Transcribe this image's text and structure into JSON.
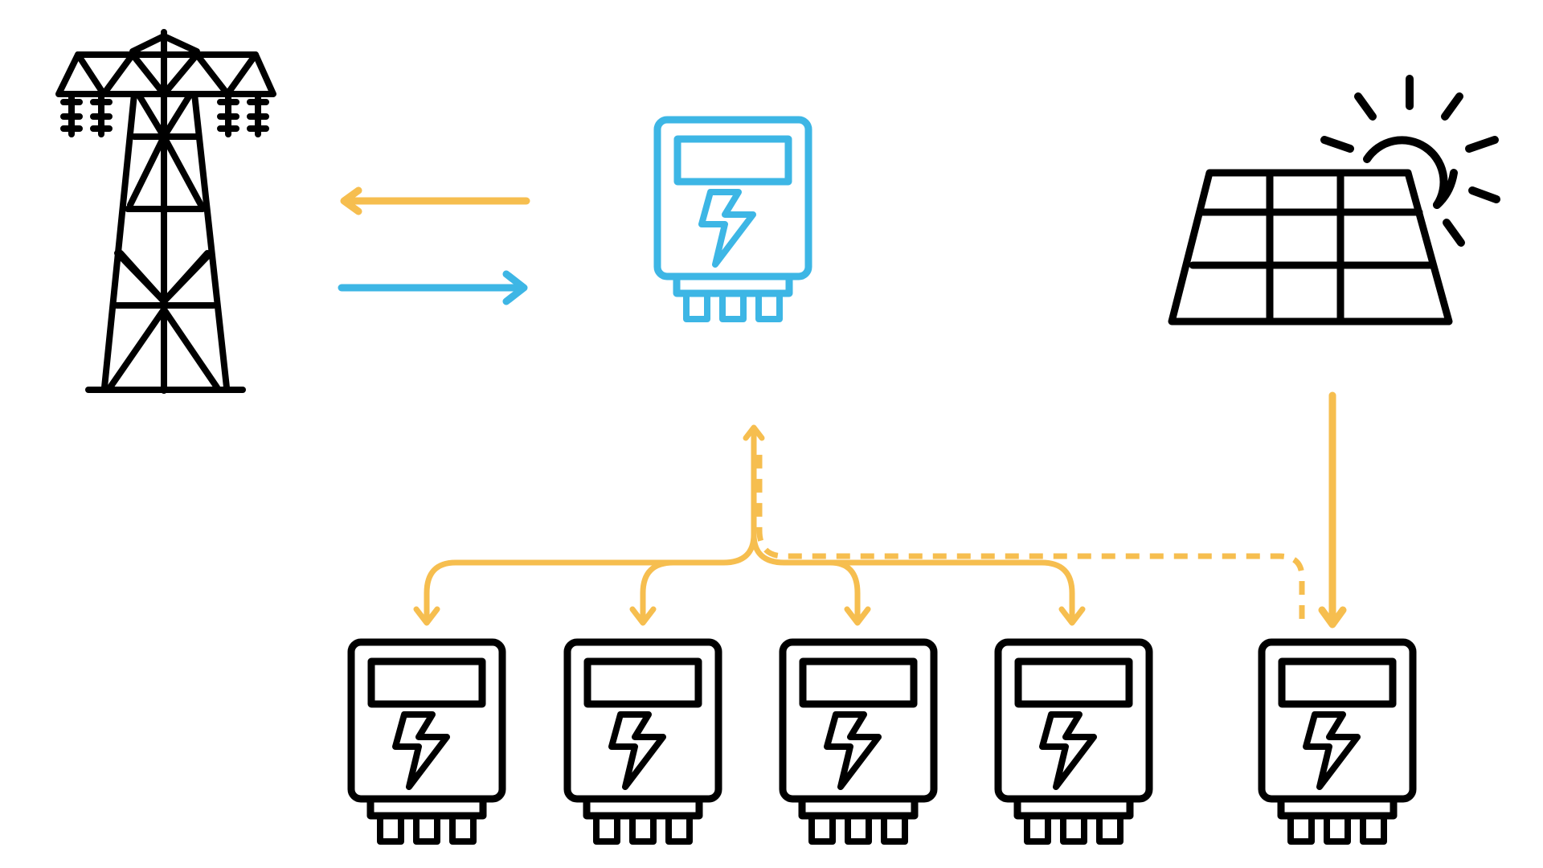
{
  "diagram": {
    "type": "energy-sharing-flow",
    "nodes": [
      {
        "id": "grid",
        "icon": "transmission-tower-icon"
      },
      {
        "id": "main_meter",
        "icon": "electric-meter-icon",
        "color": "#3DB6E5"
      },
      {
        "id": "solar",
        "icon": "solar-panel-icon"
      },
      {
        "id": "meter_1",
        "icon": "electric-meter-icon"
      },
      {
        "id": "meter_2",
        "icon": "electric-meter-icon"
      },
      {
        "id": "meter_3",
        "icon": "electric-meter-icon"
      },
      {
        "id": "meter_4",
        "icon": "electric-meter-icon"
      },
      {
        "id": "meter_5",
        "icon": "electric-meter-icon"
      }
    ],
    "edges": [
      {
        "from": "main_meter",
        "to": "grid",
        "style": "solid",
        "color": "#F6BE4F"
      },
      {
        "from": "grid",
        "to": "main_meter",
        "style": "solid",
        "color": "#3DB6E5"
      },
      {
        "from": "main_meter",
        "to": "meter_1",
        "style": "solid",
        "color": "#F6BE4F"
      },
      {
        "from": "main_meter",
        "to": "meter_2",
        "style": "solid",
        "color": "#F6BE4F"
      },
      {
        "from": "main_meter",
        "to": "meter_3",
        "style": "solid",
        "color": "#F6BE4F"
      },
      {
        "from": "main_meter",
        "to": "meter_4",
        "style": "solid",
        "color": "#F6BE4F"
      },
      {
        "from": "meter_5",
        "to": "main_meter",
        "style": "dashed",
        "color": "#F6BE4F"
      },
      {
        "from": "solar",
        "to": "meter_5",
        "style": "solid",
        "color": "#F6BE4F"
      }
    ],
    "colors": {
      "export": "#F6BE4F",
      "import": "#3DB6E5",
      "icon": "#000000"
    }
  }
}
